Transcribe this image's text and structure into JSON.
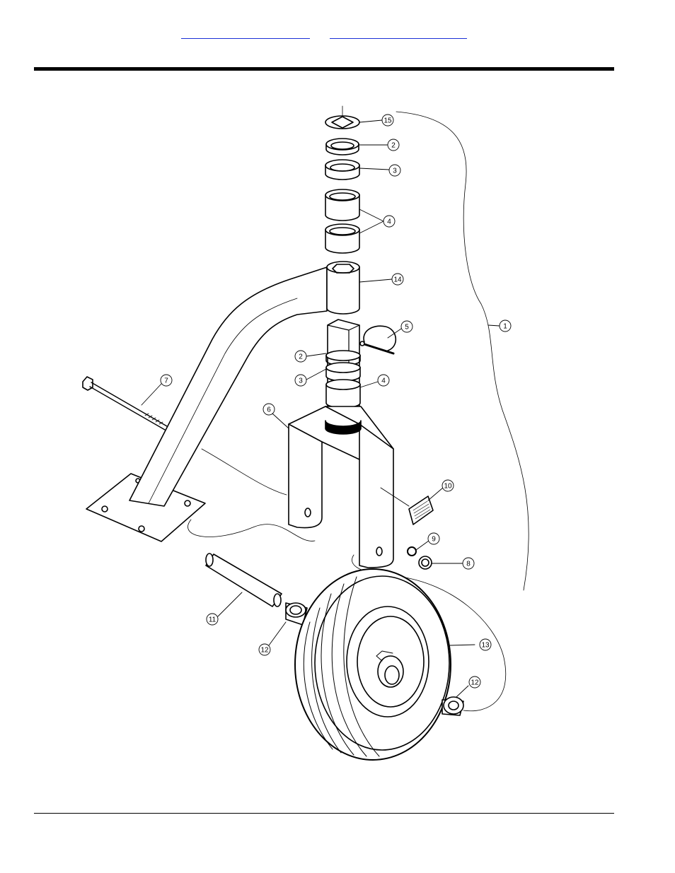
{
  "header": {
    "links": [
      {
        "text": ""
      },
      {
        "text": ""
      }
    ]
  },
  "diagram": {
    "callouts": [
      {
        "id": "c15",
        "label": "15"
      },
      {
        "id": "c2a",
        "label": "2"
      },
      {
        "id": "c3a",
        "label": "3"
      },
      {
        "id": "c4a",
        "label": "4"
      },
      {
        "id": "c14",
        "label": "14"
      },
      {
        "id": "c5",
        "label": "5"
      },
      {
        "id": "c1",
        "label": "1"
      },
      {
        "id": "c2b",
        "label": "2"
      },
      {
        "id": "c3b",
        "label": "3"
      },
      {
        "id": "c4b",
        "label": "4"
      },
      {
        "id": "c7",
        "label": "7"
      },
      {
        "id": "c6",
        "label": "6"
      },
      {
        "id": "c10",
        "label": "10"
      },
      {
        "id": "c9",
        "label": "9"
      },
      {
        "id": "c8",
        "label": "8"
      },
      {
        "id": "c11",
        "label": "11"
      },
      {
        "id": "c12a",
        "label": "12"
      },
      {
        "id": "c13",
        "label": "13"
      },
      {
        "id": "c12b",
        "label": "12"
      }
    ]
  }
}
